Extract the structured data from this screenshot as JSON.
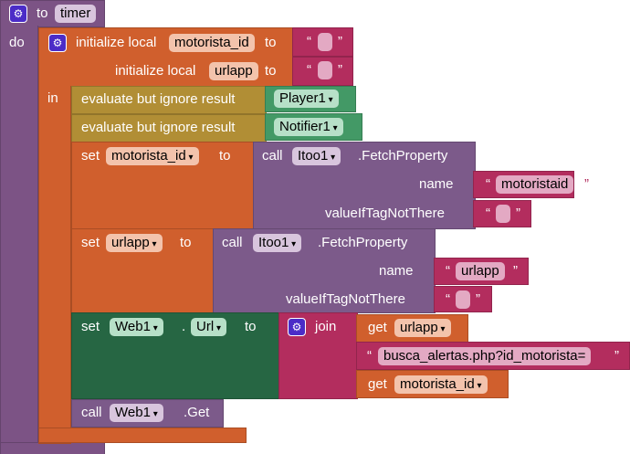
{
  "procedure": {
    "to": "to",
    "name": "timer",
    "do": "do"
  },
  "locals": {
    "init_label": "initialize local",
    "to": "to",
    "in": "in",
    "vars": [
      {
        "name": "motorista_id",
        "value": ""
      },
      {
        "name": "urlapp",
        "value": ""
      }
    ]
  },
  "quotes": {
    "open": "“",
    "close": "”"
  },
  "evaluate": [
    {
      "label": "evaluate but ignore result",
      "component": "Player1"
    },
    {
      "label": "evaluate but ignore result",
      "component": "Notifier1"
    }
  ],
  "set_blocks": [
    {
      "set": "set",
      "var": "motorista_id",
      "to": "to",
      "call": "call",
      "component": "Itoo1",
      "method": ".FetchProperty",
      "name_label": "name",
      "name_value": "motoristaid",
      "default_label": "valueIfTagNotThere",
      "default_value": ""
    },
    {
      "set": "set",
      "var": "urlapp",
      "to": "to",
      "call": "call",
      "component": "Itoo1",
      "method": ".FetchProperty",
      "name_label": "name",
      "name_value": "urlapp",
      "default_label": "valueIfTagNotThere",
      "default_value": ""
    }
  ],
  "set_url": {
    "set": "set",
    "component": "Web1",
    "dot": ".",
    "property": "Url",
    "to": "to",
    "join": "join",
    "get1": "get",
    "var1": "urlapp",
    "text": "busca_alertas.php?id_motorista=",
    "get2": "get",
    "var2": "motorista_id"
  },
  "call_get": {
    "call": "call",
    "component": "Web1",
    "method": ".Get"
  }
}
